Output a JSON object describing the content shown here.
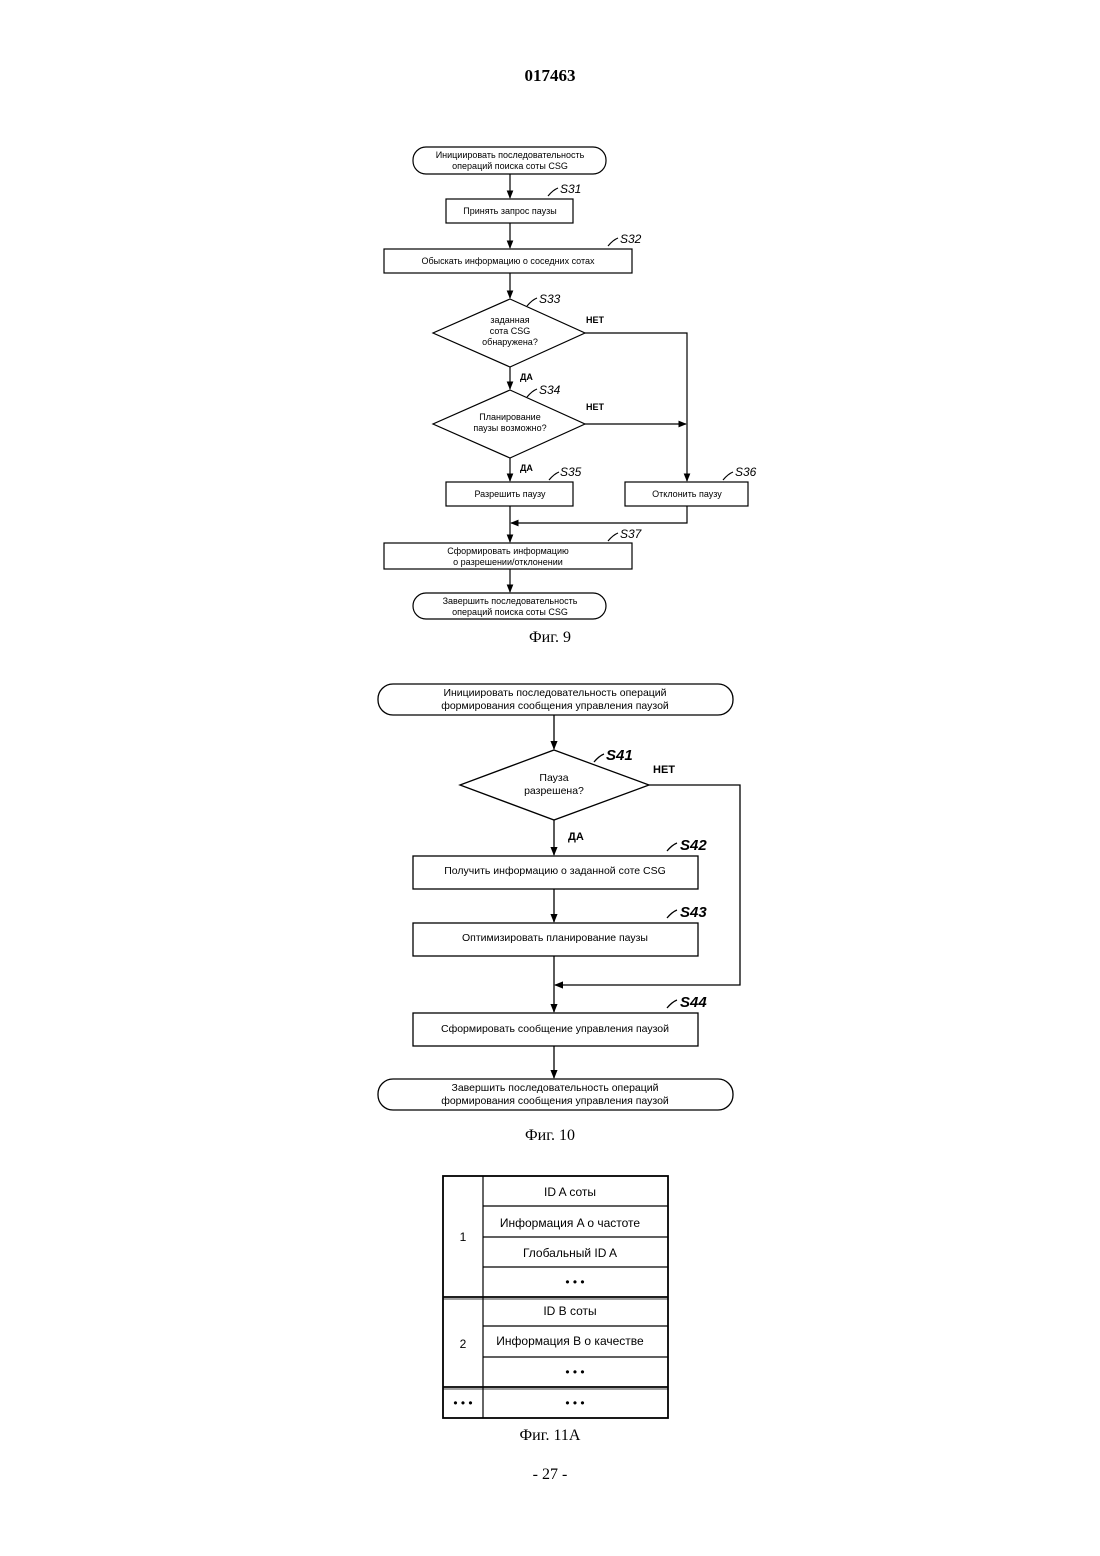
{
  "document": {
    "number": "017463",
    "page_number": "- 27 -"
  },
  "fig9": {
    "caption": "Фиг. 9",
    "start": [
      "Инициировать последовательность",
      "операций поиска соты CSG"
    ],
    "s31": {
      "label": "S31",
      "text": "Принять запрос паузы"
    },
    "s32": {
      "label": "S32",
      "text": "Обыскать информацию о соседних сотах"
    },
    "s33": {
      "label": "S33",
      "text": [
        "заданная",
        "сота CSG",
        "обнаружена?"
      ]
    },
    "s34": {
      "label": "S34",
      "text": [
        "Планирование",
        "паузы возможно?"
      ]
    },
    "s35": {
      "label": "S35",
      "text": "Разрешить паузу"
    },
    "s36": {
      "label": "S36",
      "text": "Отклонить паузу"
    },
    "s37": {
      "label": "S37",
      "text": [
        "Сформировать информацию",
        "о разрешении/отклонении"
      ]
    },
    "end": [
      "Завершить последовательность",
      "операций поиска соты CSG"
    ],
    "yes": "ДА",
    "no": "НЕТ"
  },
  "fig10": {
    "caption": "Фиг. 10",
    "start": [
      "Инициировать последовательность операций",
      "формирования сообщения управления паузой"
    ],
    "s41": {
      "label": "S41",
      "text": [
        "Пауза",
        "разрешена?"
      ]
    },
    "s42": {
      "label": "S42",
      "text": "Получить информацию о заданной соте CSG"
    },
    "s43": {
      "label": "S43",
      "text": "Оптимизировать планирование паузы"
    },
    "s44": {
      "label": "S44",
      "text": "Сформировать сообщение управления паузой"
    },
    "end": [
      "Завершить последовательность операций",
      "формирования сообщения управления паузой"
    ],
    "yes": "ДА",
    "no": "НЕТ"
  },
  "fig11a": {
    "caption": "Фиг. 11A",
    "groups": [
      {
        "index": "1",
        "rows": [
          "ID A соты",
          "Информация A о частоте",
          "Глобальный ID A",
          "• • •"
        ]
      },
      {
        "index": "2",
        "rows": [
          "ID B соты",
          "Информация B о качестве",
          "• • •"
        ]
      },
      {
        "index": "• • •",
        "rows": [
          "• • •"
        ]
      }
    ]
  }
}
